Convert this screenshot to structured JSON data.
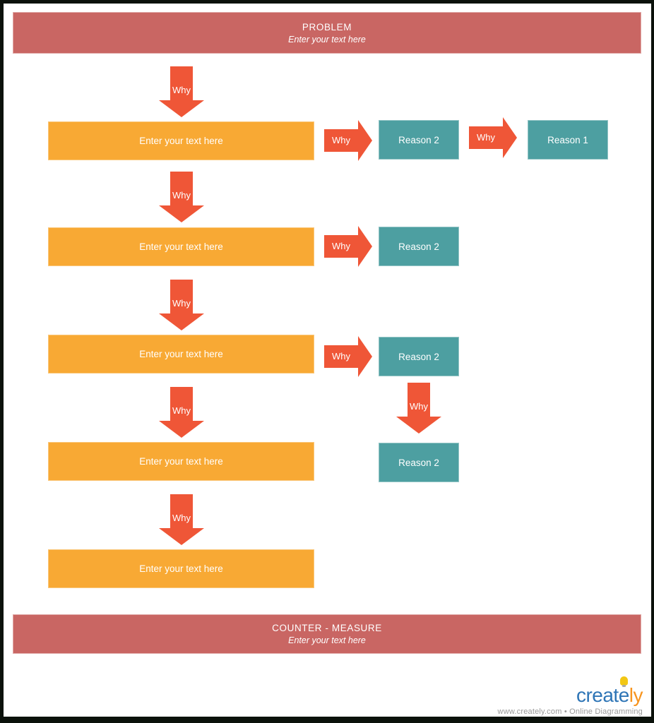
{
  "colors": {
    "banner_red": "#c96663",
    "arrow_red": "#ef5637",
    "box_orange": "#f8a934",
    "box_teal": "#4d9fa1",
    "logo_blue": "#2e75b6",
    "logo_orange": "#f7941e",
    "bulb_yellow": "#f2c714",
    "tagline_gray": "#999999",
    "frame_black": "#0b110b"
  },
  "problem_banner": {
    "title": "PROBLEM",
    "subtitle": "Enter your text here"
  },
  "counter_banner": {
    "title": "COUNTER - MEASURE",
    "subtitle": "Enter your text here"
  },
  "labels": {
    "why": "Why"
  },
  "why_boxes": [
    {
      "label": "Enter your text here"
    },
    {
      "label": "Enter your text here"
    },
    {
      "label": "Enter your text here"
    },
    {
      "label": "Enter your text here"
    },
    {
      "label": "Enter your text here"
    }
  ],
  "reason_boxes": [
    {
      "label": "Reason 2"
    },
    {
      "label": "Reason 1"
    },
    {
      "label": "Reason 2"
    },
    {
      "label": "Reason 2"
    },
    {
      "label": "Reason 2"
    }
  ],
  "footer": {
    "logo_part1": "creat",
    "logo_part2": "e",
    "logo_part3": "ly",
    "tagline": "www.creately.com • Online Diagramming"
  }
}
